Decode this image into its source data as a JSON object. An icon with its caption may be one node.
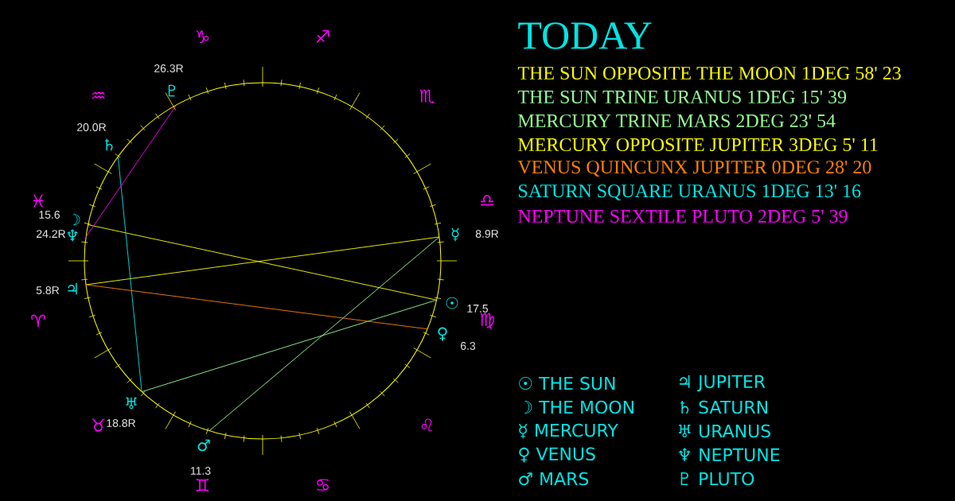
{
  "diagram": {
    "title": "TODAY",
    "nodes": [
      {
        "text": [
          "☉"
        ],
        "beside": [
          "17.5"
        ]
      },
      {
        "text": [
          "☽"
        ],
        "beside": [
          "15.6"
        ]
      },
      {
        "text": [
          "☿"
        ],
        "beside": [
          "8.9R"
        ]
      },
      {
        "text": [
          "♀"
        ],
        "beside": [
          "6.3"
        ]
      },
      {
        "text": [
          "♂"
        ],
        "beside": [
          "11.3"
        ]
      },
      {
        "text": [
          "♃"
        ],
        "beside": [
          "5.8R"
        ]
      },
      {
        "text": [
          "♄"
        ],
        "beside": [
          "20.0R"
        ]
      },
      {
        "text": [
          "♅"
        ],
        "beside": [
          "18.8R"
        ]
      },
      {
        "text": [
          "♆"
        ],
        "beside": [
          "24.2R"
        ]
      },
      {
        "text": [
          "♇"
        ],
        "beside": [
          "26.3R"
        ]
      }
    ],
    "edges": [
      {
        "from": 0,
        "to": 1,
        "arrow": "none",
        "color": "#ffff00"
      },
      {
        "from": 0,
        "to": 7,
        "arrow": "none",
        "color": "#99ff99"
      },
      {
        "from": 2,
        "to": 4,
        "arrow": "none",
        "color": "#99ff99"
      },
      {
        "from": 2,
        "to": 5,
        "arrow": "none",
        "color": "#ffff00"
      },
      {
        "from": 3,
        "to": 5,
        "arrow": "none",
        "color": "#ff8000"
      },
      {
        "from": 6,
        "to": 7,
        "arrow": "none",
        "color": "#00e5e5"
      },
      {
        "from": 8,
        "to": 9,
        "arrow": "none",
        "color": "#ff00ff"
      }
    ],
    "labels": [
      "THE SUN OPPOSITE THE MOON 1DEG 58' 23",
      "THE SUN TRINE URANUS 1DEG 15' 39",
      "MERCURY TRINE MARS 2DEG 23' 54",
      "MERCURY OPPOSITE JUPITER 3DEG 5' 11",
      "VENUS QUINCUNX JUPITER 0DEG 28' 20",
      "SATURN SQUARE URANUS 1DEG 13' 16",
      "NEPTUNE SEXTILE PLUTO 2DEG 5' 39",
      "♈",
      "♉",
      "♊",
      "♋",
      "♌",
      "♍",
      "♎",
      "♏",
      "♐",
      "♑",
      "♒",
      "♓"
    ],
    "legend": [
      {
        "text": "☉ THE SUN"
      },
      {
        "text": "☽ THE MOON"
      },
      {
        "text": "☿ MERCURY"
      },
      {
        "text": "♀ VENUS"
      },
      {
        "text": "♂ MARS"
      },
      {
        "text": "♃ JUPITER"
      },
      {
        "text": "♄ SATURN"
      },
      {
        "text": "♅ URANUS"
      },
      {
        "text": "♆ NEPTUNE"
      },
      {
        "text": "♇ PLUTO"
      }
    ]
  }
}
